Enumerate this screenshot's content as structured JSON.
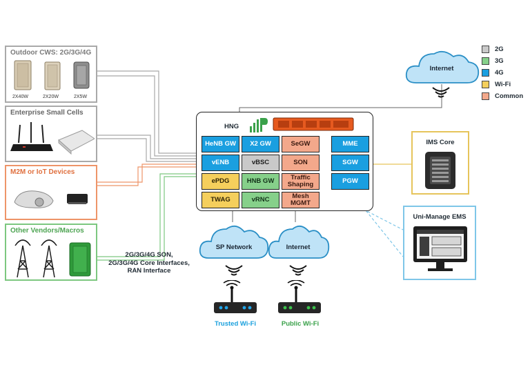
{
  "colors": {
    "g2": "#c9c9c9",
    "g3": "#86d08a",
    "g4": "#1a9fe0",
    "wifi": "#f5cf5c",
    "common": "#f3a88b",
    "m2m_border": "#ee9468",
    "vendors_border": "#7cc77f",
    "ims_border": "#e6c45a",
    "ems_border": "#7ec6e8"
  },
  "left_groups": {
    "outdoor": {
      "title": "Outdoor CWS: 2G/3G/4G",
      "captions": [
        "2X40W",
        "2X20W",
        "2X5W"
      ]
    },
    "enterprise": {
      "title": "Enterprise Small Cells"
    },
    "m2m": {
      "title": "M2M or IoT Devices"
    },
    "vendors": {
      "title": "Other Vendors/Macros"
    }
  },
  "interfaces_note": {
    "line1": "2G/3G/4G SON,",
    "line2": "2G/3G/4G Core Interfaces,",
    "line3": "RAN Interface"
  },
  "hng": {
    "label": "HNG",
    "cells": [
      {
        "label": "HeNB GW",
        "type": "4g"
      },
      {
        "label": "X2 GW",
        "type": "4g"
      },
      {
        "label": "SeGW",
        "type": "common"
      },
      {
        "label": "MME",
        "type": "4g"
      },
      {
        "label": "vENB",
        "type": "4g"
      },
      {
        "label": "vBSC",
        "type": "2g"
      },
      {
        "label": "SON",
        "type": "common"
      },
      {
        "label": "SGW",
        "type": "4g"
      },
      {
        "label": "ePDG",
        "type": "wifi"
      },
      {
        "label": "HNB GW",
        "type": "3g"
      },
      {
        "label": "Traffic Shaping",
        "type": "common"
      },
      {
        "label": "PGW",
        "type": "4g"
      },
      {
        "label": "TWAG",
        "type": "wifi"
      },
      {
        "label": "vRNC",
        "type": "3g"
      },
      {
        "label": "Mesh MGMT",
        "type": "common"
      }
    ]
  },
  "clouds": {
    "top": "Internet",
    "sp": "SP Network",
    "bottom": "Internet"
  },
  "ims": {
    "title": "IMS Core"
  },
  "ems": {
    "title": "Uni-Manage EMS"
  },
  "wifi": {
    "trusted": "Trusted Wi-Fi",
    "public": "Public Wi-Fi"
  },
  "legend": [
    {
      "label": "2G",
      "color_key": "g2"
    },
    {
      "label": "3G",
      "color_key": "g3"
    },
    {
      "label": "4G",
      "color_key": "g4"
    },
    {
      "label": "Wi-Fi",
      "color_key": "wifi"
    },
    {
      "label": "Common",
      "color_key": "common"
    }
  ]
}
